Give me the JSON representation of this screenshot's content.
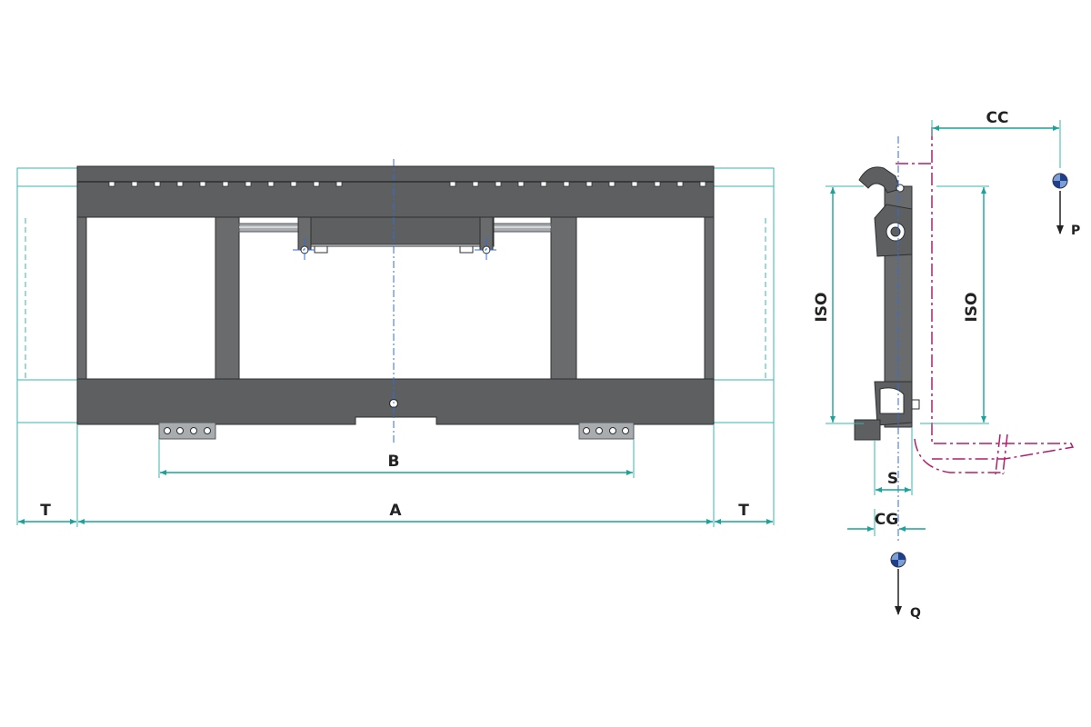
{
  "labels": {
    "T_left": "T",
    "A": "A",
    "T_right": "T",
    "B": "B",
    "ISO_left": "ISO",
    "ISO_right": "ISO",
    "CC": "CC",
    "P": "P",
    "S": "S",
    "CG": "CG",
    "Q": "Q"
  },
  "colors": {
    "steel": "#5e5f61",
    "dimension": "#1aa39a",
    "centerline": "#2f6fd6",
    "fork_outline": "#b01e6d"
  }
}
